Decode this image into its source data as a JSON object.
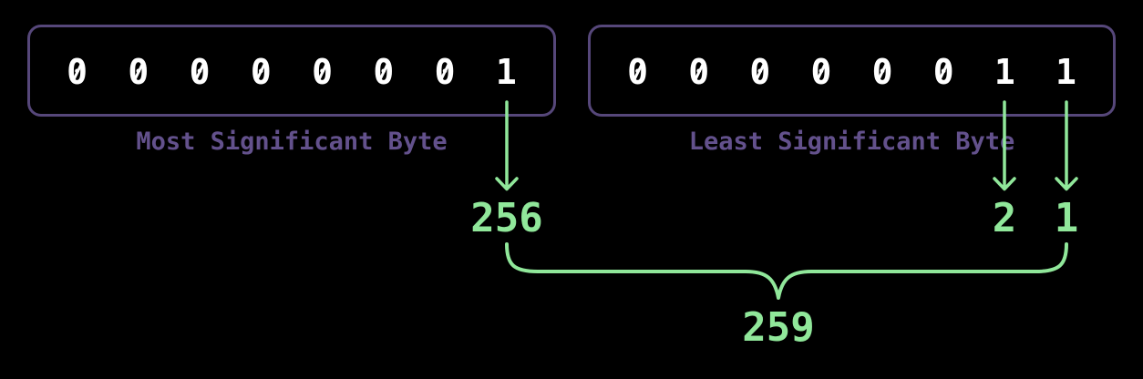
{
  "colors": {
    "background": "#000000",
    "box_border": "#56477a",
    "label": "#63518c",
    "digit": "#ffffff",
    "green": "#90e79a"
  },
  "msb": {
    "label": "Most Significant Byte",
    "bits": [
      "0",
      "0",
      "0",
      "0",
      "0",
      "0",
      "0",
      "1"
    ]
  },
  "lsb": {
    "label": "Least Significant Byte",
    "bits": [
      "0",
      "0",
      "0",
      "0",
      "0",
      "0",
      "1",
      "1"
    ]
  },
  "values": {
    "msb_bit": "256",
    "lsb_bit1": "2",
    "lsb_bit0": "1",
    "total": "259"
  }
}
